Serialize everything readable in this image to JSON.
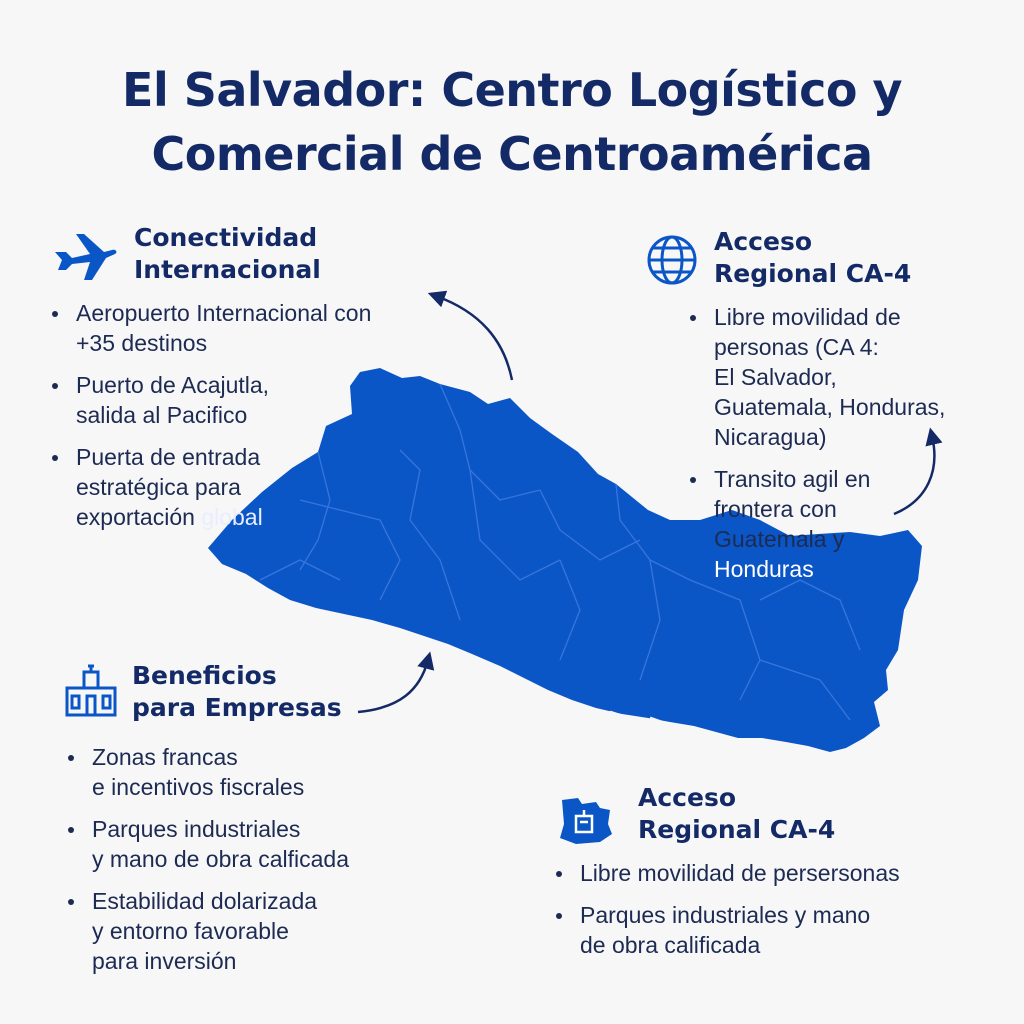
{
  "title": {
    "line1": "El Salvador: Centro Logístico y",
    "line2": "Comercial de Centroamérica"
  },
  "colors": {
    "map": "#0b56c7",
    "navy": "#142a66",
    "background": "#f7f7f8"
  },
  "sections": {
    "connectivity": {
      "icon": "airplane-icon",
      "heading1": "Conectividad",
      "heading2": "Internacional",
      "items": [
        {
          "line1": "Aeropuerto Internacional con",
          "line2": "+35 destinos"
        },
        {
          "line1": "Puerto de Acajutla,",
          "line2": "salida al Pacifico"
        },
        {
          "line1": "Puerta de entrada",
          "line2": "estratégica para",
          "line3a": "exportación ",
          "line3b": "global"
        }
      ]
    },
    "regional_top": {
      "icon": "globe-icon",
      "heading1": "Acceso",
      "heading2": "Regional CA-4",
      "items": [
        {
          "line1": "Libre movilidad de",
          "line2": "personas (CA 4:",
          "line3": "El Salvador,",
          "line4": "Guatemala, Honduras,",
          "line5": "Nicaragua)"
        },
        {
          "line1": "Transito agil en",
          "line2": "frontera con",
          "line3": "Guatemala y",
          "line4": "Honduras"
        }
      ]
    },
    "benefits": {
      "icon": "factory-icon",
      "heading1": "Beneficios",
      "heading2": "para Empresas",
      "items": [
        {
          "line1": "Zonas francas",
          "line2": "e incentivos fiscrales"
        },
        {
          "line1": "Parques industriales",
          "line2": "y mano de obra calficada"
        },
        {
          "line1": "Estabilidad dolarizada",
          "line2": "y entorno favorable",
          "line3": "para inversión"
        }
      ]
    },
    "regional_bottom": {
      "icon": "map-building-icon",
      "heading1": "Acceso",
      "heading2": "Regional CA-4",
      "items": [
        {
          "line1": "Libre movilidad de persersonas"
        },
        {
          "line1": "Parques industriales y mano",
          "line2": "de obra calificada"
        }
      ]
    }
  }
}
